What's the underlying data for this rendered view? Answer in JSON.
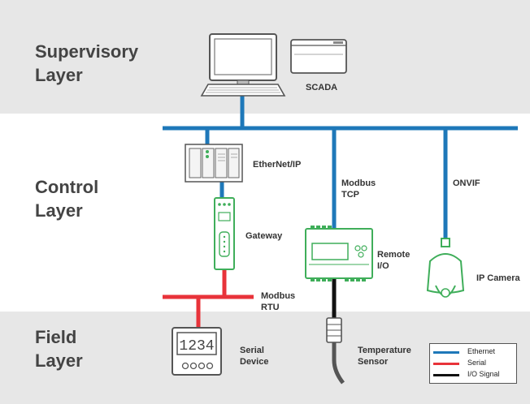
{
  "layers": {
    "supervisory": [
      "Supervisory",
      "Layer"
    ],
    "control": [
      "Control",
      "Layer"
    ],
    "field": [
      "Field",
      "Layer"
    ]
  },
  "devices": {
    "scada": "SCADA",
    "ethernet_ip": "EtherNet/IP",
    "modbus_tcp": [
      "Modbus",
      "TCP"
    ],
    "onvif": "ONVIF",
    "gateway": "Gateway",
    "remote_io": [
      "Remote",
      "I/O"
    ],
    "ip_camera": "IP Camera",
    "modbus_rtu": [
      "Modbus",
      "RTU"
    ],
    "serial_device": [
      "Serial",
      "Device"
    ],
    "temperature_sensor": [
      "Temperature",
      "Sensor"
    ],
    "display_value": "1234"
  },
  "legend": [
    {
      "label": "Ethernet",
      "color": "#1e78b9"
    },
    {
      "label": "Serial",
      "color": "#e8333a"
    },
    {
      "label": "I/O Signal",
      "color": "#111111"
    }
  ],
  "colors": {
    "band": "#e7e7e7",
    "device_green": "#3fae5a",
    "device_gray": "#555555"
  }
}
